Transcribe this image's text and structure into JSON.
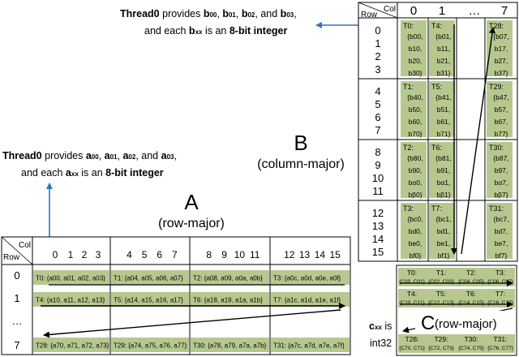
{
  "note_b": {
    "line1": [
      "Thread0",
      " provides ",
      "b",
      "00",
      ", ",
      "b",
      "01",
      ", ",
      "b",
      "02",
      ", and ",
      "b",
      "03",
      ","
    ],
    "line2": [
      "and each ",
      "b",
      "xx",
      " is an ",
      "8-bit integer"
    ]
  },
  "note_a": {
    "line1": [
      "Thread0",
      " provides ",
      "a",
      "00",
      ", ",
      "a",
      "01",
      ", ",
      "a",
      "02",
      ", and ",
      "a",
      "03",
      ","
    ],
    "line2": [
      "and each ",
      "a",
      "xx",
      " is an ",
      "8-bit integer"
    ]
  },
  "matrix_b": {
    "letter": "B",
    "layout": "(column-major)",
    "corner_col": "Col",
    "corner_row": "Row",
    "col_headers": [
      "0",
      "1",
      "…",
      "7"
    ],
    "row_labels": [
      "0",
      "1",
      "2",
      "3",
      "4",
      "5",
      "6",
      "7",
      "8",
      "9",
      "10",
      "11",
      "12",
      "13",
      "14",
      "15"
    ],
    "cells": [
      [
        {
          "thread": "T0:",
          "items": [
            "{b00,",
            "b10,",
            "b20,",
            "b30}"
          ]
        },
        {
          "thread": "T4:",
          "items": [
            "{b01,",
            "b11,",
            "b21,",
            "b31}"
          ]
        },
        {
          "thread": "T28:",
          "items": [
            "{b07,",
            "b17,",
            "b27,",
            "b37}"
          ]
        }
      ],
      [
        {
          "thread": "T1:",
          "items": [
            "{b40,",
            "b50,",
            "b60,",
            "b70}"
          ]
        },
        {
          "thread": "T5:",
          "items": [
            "{b41,",
            "b51,",
            "b61,",
            "b71}"
          ]
        },
        {
          "thread": "T29:",
          "items": [
            "{b47,",
            "b57,",
            "b67,",
            "b77}"
          ]
        }
      ],
      [
        {
          "thread": "T2:",
          "items": [
            "{b80,",
            "b90,",
            "bα0,",
            "bβ0}"
          ]
        },
        {
          "thread": "T6:",
          "items": [
            "{b81,",
            "b91,",
            "bα1,",
            "bβ1}"
          ]
        },
        {
          "thread": "T30:",
          "items": [
            "{b87,",
            "b97,",
            "bα7,",
            "bβ7}"
          ]
        }
      ],
      [
        {
          "thread": "T3:",
          "items": [
            "{bc0,",
            "bd0,",
            "be0,",
            "bf0}"
          ]
        },
        {
          "thread": "T7:",
          "items": [
            "{bc1,",
            "bd1,",
            "be1,",
            "bf1}"
          ]
        },
        {
          "thread": "T31:",
          "items": [
            "{bc7,",
            "bd7,",
            "be7,",
            "bf7}"
          ]
        }
      ]
    ]
  },
  "matrix_a": {
    "letter": "A",
    "layout": "(row-major)",
    "corner_col": "Col",
    "corner_row": "Row",
    "col_groups": [
      [
        "0",
        "1",
        "2",
        "3"
      ],
      [
        "4",
        "5",
        "6",
        "7"
      ],
      [
        "8",
        "9",
        "10",
        "11"
      ],
      [
        "12",
        "13",
        "14",
        "15"
      ]
    ],
    "row_labels": [
      "0",
      "1",
      "…",
      "7"
    ],
    "rows": [
      [
        "T0: {a00, a01, a02, a03}",
        "T1: {a04, a05, a06, a07}",
        "T2: {a08, a09, a0a, a0b}",
        "T3: {a0c, a0d, a0e, a0f}"
      ],
      [
        "T4: {a10, a11, a12, a13}",
        "T5: {a14, a15, a16, a17}",
        "T6: {a18, a19, a1a, a1b}",
        "T7: {a1c, a1d, a1e, a1f}"
      ],
      [
        "T28: {a70, a71, a72, a73}",
        "T29: {a74, a75, a76, a77}",
        "T30: {a78, a79, a7a, a7b}",
        "T31: {a7c, a7d, a7e, a7f}"
      ]
    ]
  },
  "matrix_c": {
    "letter": "C",
    "layout": "(row-major)",
    "label_pre": "c",
    "label_sub": "xx",
    "label_is": " is",
    "label_type": "int32",
    "rows": [
      [
        {
          "t": "T0:",
          "v": "{C00, C01}"
        },
        {
          "t": "T1:",
          "v": "{C02, C03}"
        },
        {
          "t": "T2:",
          "v": "{C04, C05}"
        },
        {
          "t": "T3:",
          "v": "{C06, C07}"
        }
      ],
      [
        {
          "t": "T4:",
          "v": "{C10, C11}"
        },
        {
          "t": "T5:",
          "v": "{C12, C13}"
        },
        {
          "t": "T6:",
          "v": "{C14, C15}"
        },
        {
          "t": "T7:",
          "v": "{C16, C17}"
        }
      ],
      [
        {
          "t": "T28:",
          "v": "{C70, C71}"
        },
        {
          "t": "T29:",
          "v": "{C72, C73}"
        },
        {
          "t": "T30:",
          "v": "{C74, C75}"
        },
        {
          "t": "T31:",
          "v": "{C76, C77}"
        }
      ]
    ]
  },
  "colors": {
    "cell_green": "#b7c88f",
    "cell_green_dark": "#a3b878",
    "arrow_blue": "#2e75c6",
    "grid": "#000000"
  }
}
